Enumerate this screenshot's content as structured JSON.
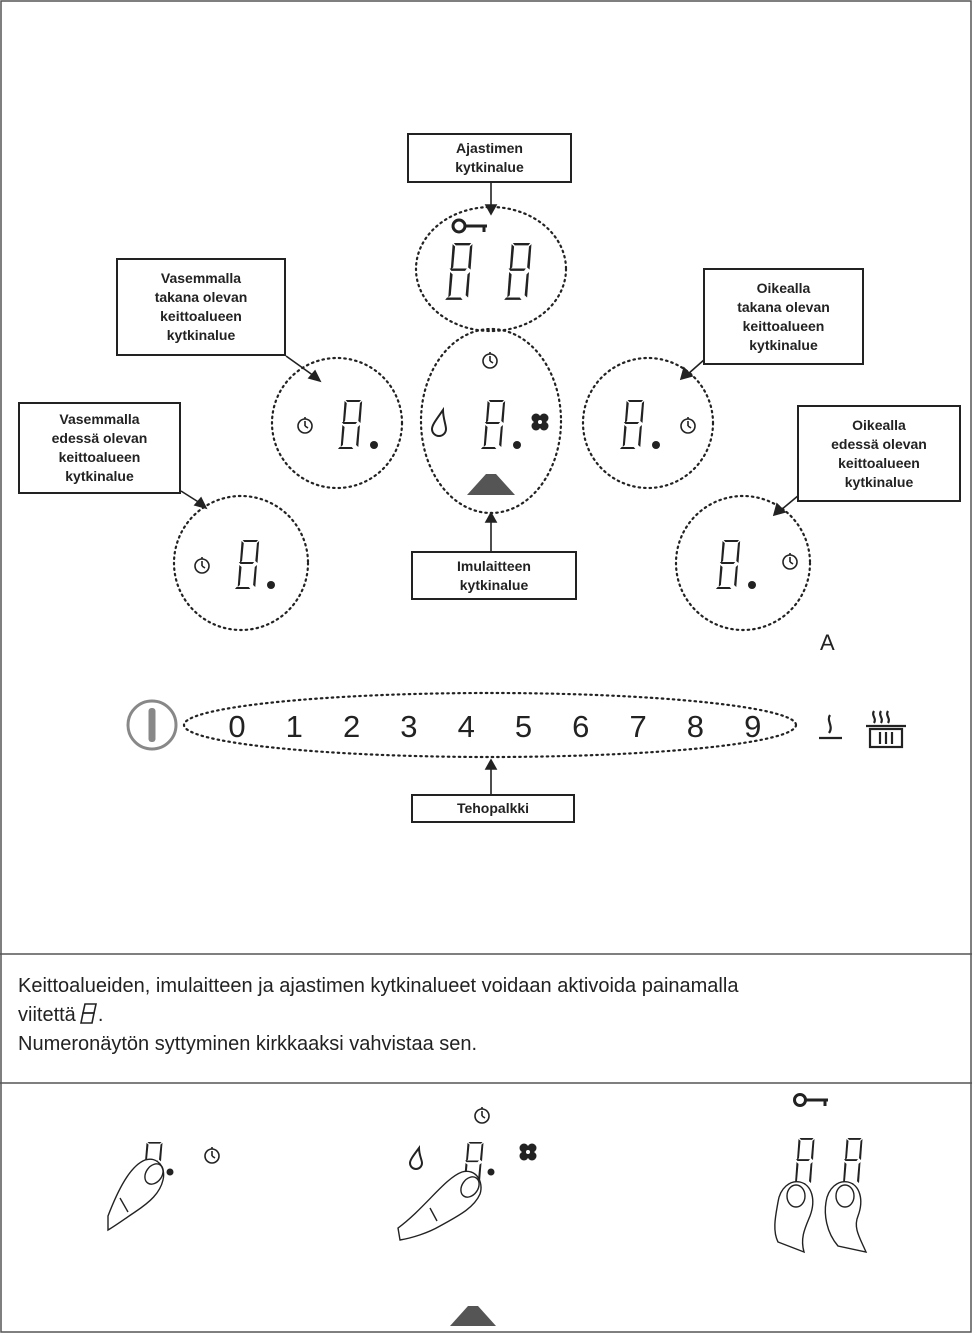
{
  "callouts": {
    "timer": [
      "Ajastimen",
      "kytkinalue"
    ],
    "left_rear": [
      "Vasemmalla",
      "takana olevan",
      "keittoalueen",
      "kytkinalue"
    ],
    "left_front": [
      "Vasemmalla",
      "edessä olevan",
      "keittoalueen",
      "kytkinalue"
    ],
    "hood": [
      "Imulaitteen",
      "kytkinalue"
    ],
    "right_rear": [
      "Oikealla",
      "takana olevan",
      "keittoalueen",
      "kytkinalue"
    ],
    "right_front": [
      "Oikealla",
      "edessä olevan",
      "keittoalueen",
      "kytkinalue"
    ],
    "power_bar": [
      "Tehopalkki"
    ]
  },
  "power_levels": [
    "0",
    "1",
    "2",
    "3",
    "4",
    "5",
    "6",
    "7",
    "8",
    "9"
  ],
  "figure_label": "A",
  "description": {
    "line1": "Keittoalueiden, imulaitteen ja ajastimen kytkinalueet voidaan aktivoida painamalla",
    "line2": "viitettä",
    "line2_end": ".",
    "line3": "Numeronäytön syttyminen kirkkaaksi vahvistaa sen."
  },
  "icons": [
    "power-icon",
    "timer-icon",
    "key-lock-icon",
    "water-drop-icon",
    "fan-icon",
    "hood-icon",
    "keep-warm-icon",
    "pot-icon",
    "finger-icon"
  ]
}
